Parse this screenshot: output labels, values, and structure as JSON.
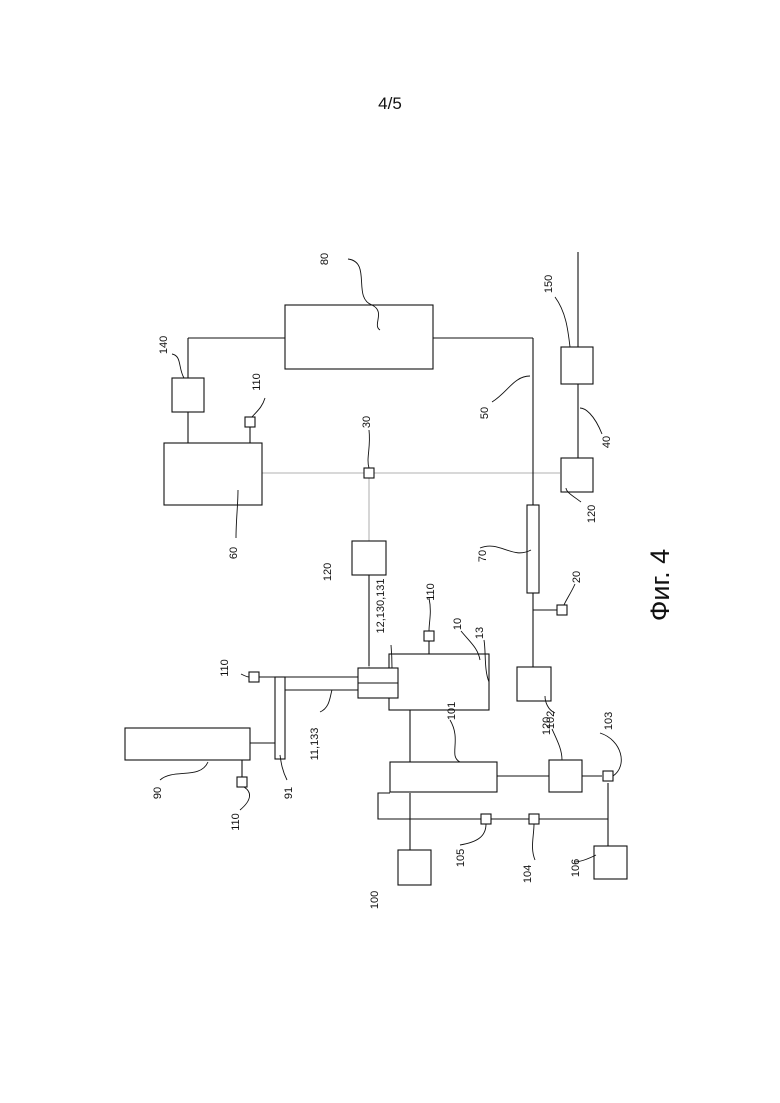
{
  "page_number": "4/5",
  "figure_caption": "Фиг. 4",
  "labels": {
    "l80": "80",
    "l140": "140",
    "l110a": "110",
    "l30": "30",
    "l60": "60",
    "l150": "150",
    "l50": "50",
    "l40": "40",
    "l120a": "120",
    "l120b": "120",
    "l70": "70",
    "l20": "20",
    "l12": "12,130,131",
    "l110b": "110",
    "l10": "10",
    "l13": "13",
    "l110c": "110",
    "l120c": "120",
    "l90": "90",
    "l91": "91",
    "l11": "11,133",
    "l110d": "110",
    "l101": "101",
    "l102": "102",
    "l103": "103",
    "l100": "100",
    "l105": "105",
    "l104": "104",
    "l106": "106"
  }
}
